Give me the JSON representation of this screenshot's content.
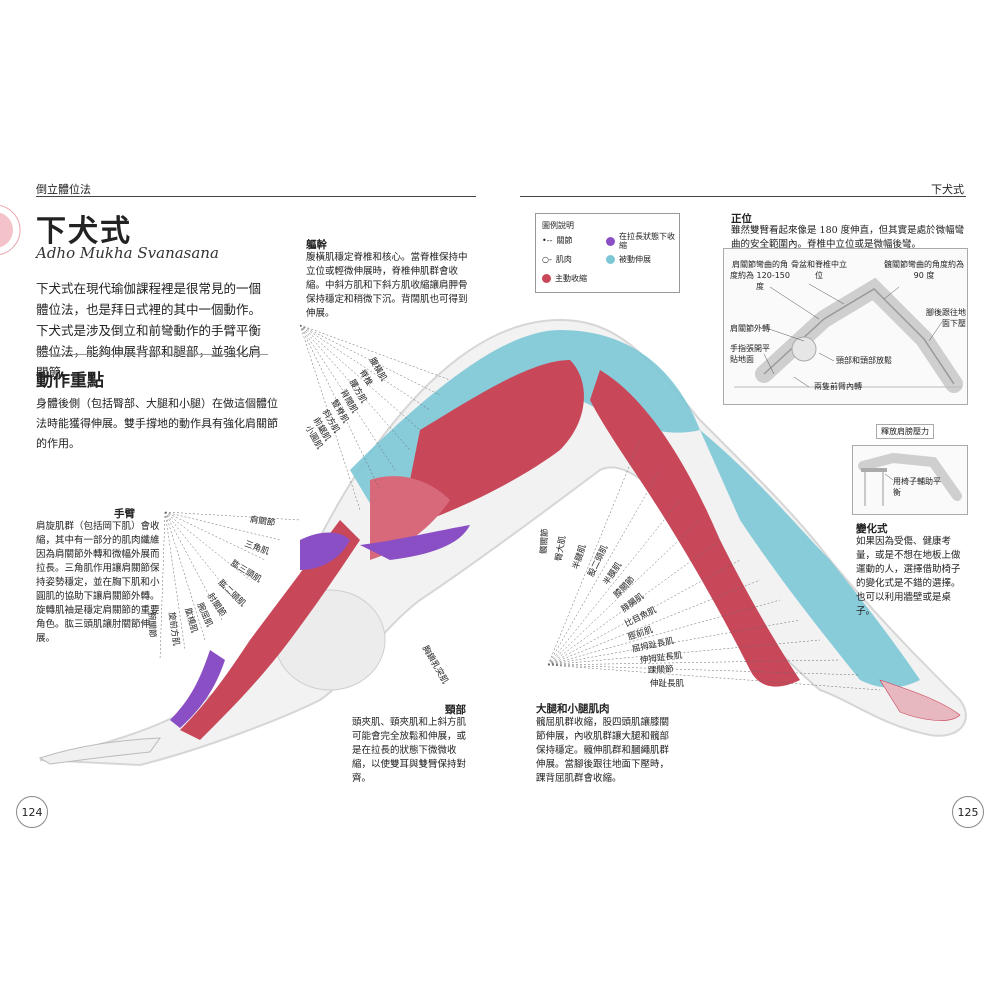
{
  "header": {
    "left_section": "倒立體位法",
    "right_section": "下犬式"
  },
  "title": "下犬式",
  "subtitle": "Adho Mukha Svanasana",
  "intro": "下犬式在現代瑜伽課程裡是很常見的一個體位法，也是拜日式裡的其中一個動作。下犬式是涉及倒立和前彎動作的手臂平衡體位法，能夠伸展背部和腿部，並強化肩關節。",
  "focus": {
    "heading": "動作重點",
    "text": "身體後側（包括臀部、大腿和小腿）在做這個體位法時能獲得伸展。雙手撐地的動作具有強化肩關節的作用。"
  },
  "trunk": {
    "heading": "軀幹",
    "text": "腹橫肌穩定脊椎和核心。當脊椎保持中立位或輕微伸展時，脊椎伸肌群會收縮。中斜方肌和下斜方肌收縮讓肩胛骨保持穩定和稍微下沉。背闊肌也可得到伸展。",
    "labels": [
      "腹橫肌",
      "脊椎",
      "腰方肌",
      "背闊肌",
      "豎脊肌",
      "斜方肌",
      "前鋸肌",
      "小圓肌"
    ]
  },
  "arm": {
    "heading": "手臂",
    "text": "肩旋肌群（包括岡下肌）會收縮，其中有一部分的肌肉纖維因為肩關節外轉和微幅外展而拉長。三角肌作用讓肩關節保持姿勢穩定，並在胸下肌和小圓肌的協助下讓肩關節外轉。旋轉肌袖是穩定肩關節的重要角色。肱三頭肌讓肘關節伸展。",
    "labels": [
      "肩關節",
      "三角肌",
      "肱三頭肌",
      "肱二頭肌",
      "肘關節",
      "腕屈肌",
      "肱橈肌",
      "旋前方肌",
      "腕關節"
    ]
  },
  "neck": {
    "heading": "頸部",
    "text": "頭夾肌、頸夾肌和上斜方肌可能會完全放鬆和伸展，或是在拉長的狀態下微微收縮，以使雙耳與雙臂保持對齊。",
    "label": "胸鎖乳突肌"
  },
  "legs": {
    "heading": "大腿和小腿肌肉",
    "text": "髖屈肌群收縮，股四頭肌讓膝關節伸展，內收肌群讓大腿和髖部保持穩定。髖伸肌群和膕繩肌群伸展。當腳後跟往地面下壓時，踝背屈肌群會收縮。",
    "labels": [
      "髖關節",
      "臀大肌",
      "半腱肌",
      "股二頭肌",
      "半膜肌",
      "膝關節",
      "腓腸肌",
      "比目魚肌",
      "脛前肌",
      "屈拇趾長肌",
      "伸拇趾長肌",
      "踝關節",
      "伸趾長肌"
    ]
  },
  "legend": {
    "title": "圖例說明",
    "items": [
      {
        "label": "關節",
        "kind": "joint"
      },
      {
        "label": "肌肉",
        "kind": "muscle"
      },
      {
        "label": "主動收縮",
        "kind": "active"
      },
      {
        "label": "在拉長狀態下收縮",
        "kind": "lengthening"
      },
      {
        "label": "被動伸展",
        "kind": "passive"
      }
    ],
    "colors": {
      "active": "#c8485a",
      "lengthening": "#8a4fc4",
      "passive": "#7cc7d6",
      "joint": "#444444"
    }
  },
  "correct": {
    "heading": "正位",
    "text": "雖然雙臂看起來像是 180 度伸直，但其實是處於微幅彎曲的安全範圍內。脊椎中立位或是微幅後彎。",
    "labels": {
      "hip_angle": "肩關節彎曲的角度約為 120-150 度",
      "pelvis": "骨盆和脊椎中立位",
      "knee_angle": "髖關節彎曲的角度約為 90 度",
      "heel": "腳後跟往地面下壓",
      "shoulder": "肩關節外轉",
      "hands": "手指張開平貼地面",
      "neck": "頸部和頭部放鬆",
      "forearm": "兩隻前臂內轉"
    }
  },
  "variation": {
    "caption": "釋放肩膀壓力",
    "chair_label": "用椅子輔助平衡",
    "heading": "變化式",
    "text": "如果因為受傷、健康考量，或是不想在地板上做運動的人，選擇借助椅子的變化式是不錯的選擇。也可以利用牆壁或是桌子。"
  },
  "pages": {
    "left": "124",
    "right": "125"
  }
}
